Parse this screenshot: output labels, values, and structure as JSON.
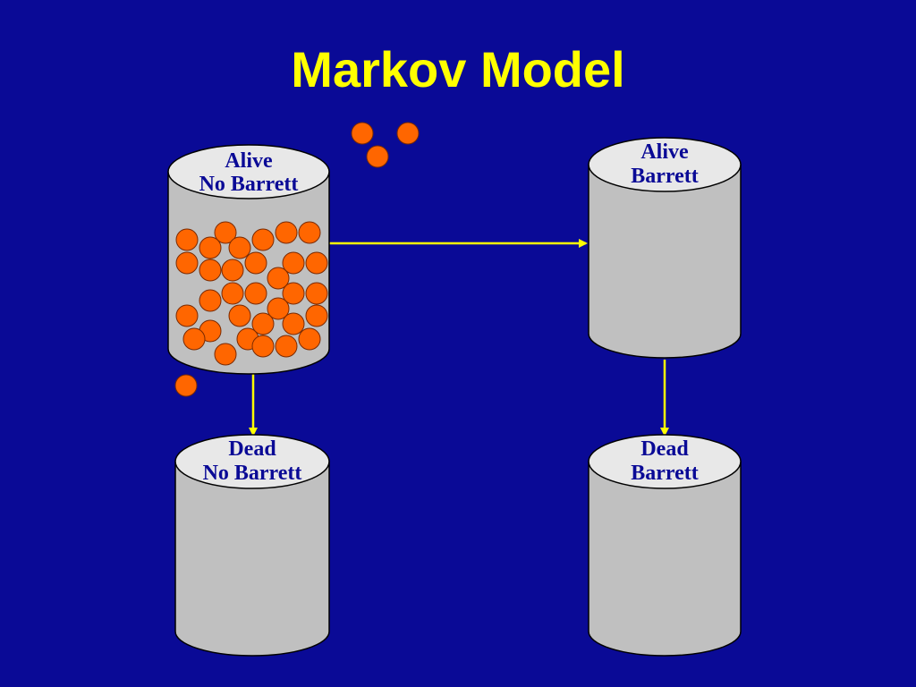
{
  "slide": {
    "title": "Markov Model",
    "background_color": "#0a0a96",
    "title_color": "#ffff00"
  },
  "states": [
    {
      "id": "alive-no-barrett",
      "line1": "Alive",
      "line2": "No Barrett"
    },
    {
      "id": "alive-barrett",
      "line1": "Alive",
      "line2": "Barrett"
    },
    {
      "id": "dead-no-barrett",
      "line1": "Dead",
      "line2": "No Barrett"
    },
    {
      "id": "dead-barrett",
      "line1": "Dead",
      "line2": "Barrett"
    }
  ],
  "transitions": [
    {
      "from": "alive-no-barrett",
      "to": "alive-barrett"
    },
    {
      "from": "alive-no-barrett",
      "to": "dead-no-barrett"
    },
    {
      "from": "alive-barrett",
      "to": "dead-barrett"
    }
  ],
  "colors": {
    "cylinder_body": "#c0c0c0",
    "cylinder_top": "#e8e8e8",
    "cylinder_outline": "#000000",
    "arrow": "#ffff00",
    "ball": "#ff6600",
    "ball_outline": "#7a2a00"
  }
}
